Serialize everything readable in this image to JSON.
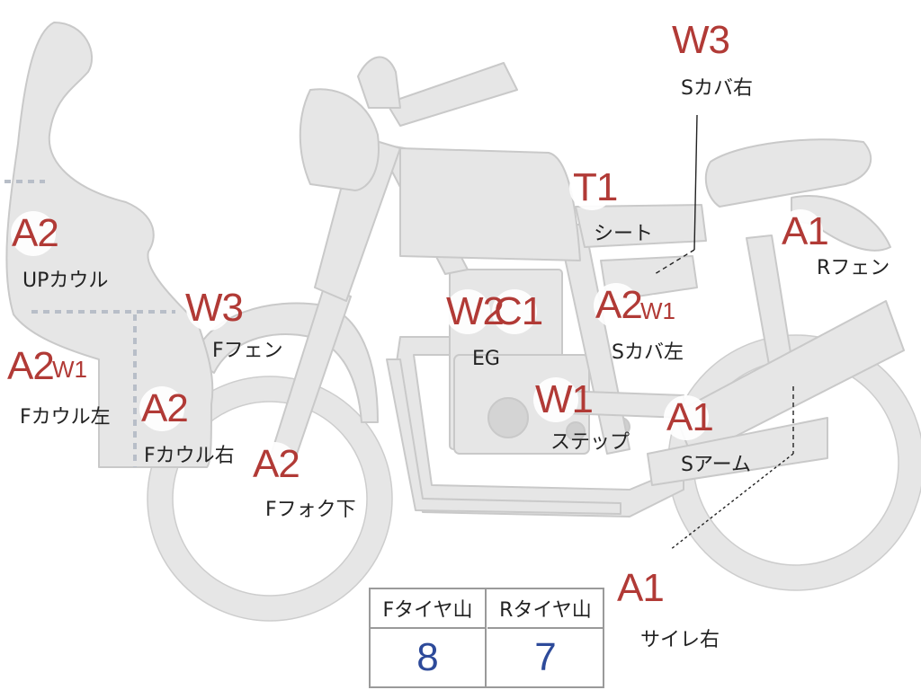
{
  "parts": {
    "up_cowl": {
      "code": "A2",
      "label": "UPカウル"
    },
    "f_cowl_left": {
      "code": "A2",
      "subcode": "W1",
      "label": "Fカウル左"
    },
    "f_cowl_right": {
      "code": "A2",
      "label": "Fカウル右"
    },
    "f_fender": {
      "code": "W3",
      "label": "Fフェン"
    },
    "f_fork_lower": {
      "code": "A2",
      "label": "Fフォク下"
    },
    "engine": {
      "code1": "W2",
      "code2": "C1",
      "label": "EG"
    },
    "step": {
      "code": "W1",
      "label": "ステップ"
    },
    "seat": {
      "code": "T1",
      "label": "シート"
    },
    "side_cover_right": {
      "code": "W3",
      "label": "Sカバ右"
    },
    "side_cover_left": {
      "code": "A2",
      "subcode": "W1",
      "label": "Sカバ左"
    },
    "r_fender": {
      "code": "A1",
      "label": "Rフェン"
    },
    "swing_arm": {
      "code": "A1",
      "label": "Sアーム"
    },
    "silencer_right": {
      "code": "A1",
      "label": "サイレ右"
    }
  },
  "tread_table": {
    "headers": [
      "Fタイヤ山",
      "Rタイヤ山"
    ],
    "values": [
      "8",
      "7"
    ]
  },
  "colors": {
    "body_fill": "#e5e5e5",
    "outline": "#c8c8c8",
    "code_text": "#b13a36",
    "value_text": "#2d4a9a"
  }
}
